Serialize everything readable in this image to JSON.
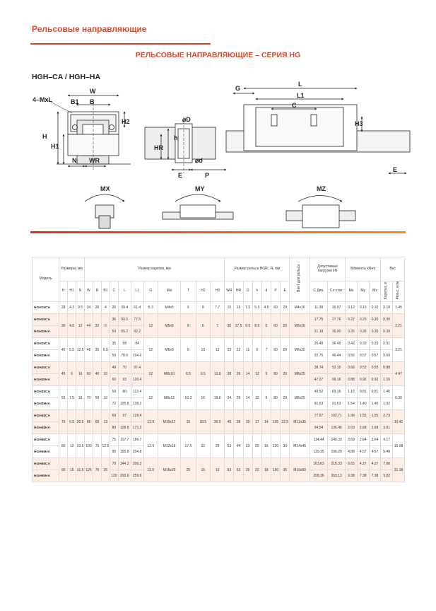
{
  "header": {
    "section": "Рельсовые направляющие"
  },
  "title": "РЕЛЬСОВЫЕ НАПРАВЛЯЮЩИЕ – СЕРИЯ HG",
  "subtitle": "HGH–CA / HGH–HA",
  "drawing_labels": {
    "bolt": "4–MxL",
    "W": "W",
    "B": "B",
    "B1": "B1",
    "C": "C",
    "H": "H",
    "H1": "H1",
    "H2": "H2",
    "H3": "H3",
    "N": "N",
    "WR": "WR",
    "G": "G",
    "L": "L",
    "L1": "L1",
    "D": "⌀D",
    "d": "⌀d",
    "h": "h",
    "HR": "HR",
    "E": "E",
    "P": "P",
    "MX": "MX",
    "MY": "MY",
    "MZ": "MZ"
  },
  "colors": {
    "accent": "#e0452a",
    "stripe": "#fdeee6"
  },
  "table": {
    "group_headers": {
      "model": "Модель",
      "dimensions": "Размеры, мм",
      "carriage": "Размер каретки, мм",
      "rail": "Размер рельса HGR...R, мм",
      "bolt": "Винт для рельса",
      "load": "Допустимые нагрузки kN",
      "moments": "Моменты kN•m",
      "weight": "Вес"
    },
    "columns": {
      "dim": [
        "H",
        "H1",
        "N"
      ],
      "carriage": [
        "W",
        "B",
        "B1",
        "C",
        "L",
        "L1",
        "G",
        "Mxl",
        "T",
        "H2",
        "H3"
      ],
      "rail": [
        "WR",
        "HR",
        "D",
        "h",
        "d",
        "P",
        "E"
      ],
      "load": [
        "C Дин.",
        "Co стат."
      ],
      "moments": [
        "Mx",
        "My",
        "Mz"
      ],
      "weight": [
        "Каретки, кг",
        "Рельс, кг/м"
      ]
    },
    "rows": [
      {
        "model": "HGH15CA",
        "H": "28",
        "H1": "4.3",
        "N": "9.5",
        "W": "34",
        "B": "26",
        "B1": "4",
        "C": "26",
        "L": "39.4",
        "L1": "61.4",
        "G": "5.3",
        "M": "M4x5",
        "T": "6",
        "H2": "8",
        "H3": "7.7",
        "WR": "15",
        "HR": "15",
        "D": "7.5",
        "h": "5.3",
        "d": "4.5",
        "P": "60",
        "E": "20",
        "bolt": "M4x16",
        "Cdyn": "11.38",
        "Co": "16.97",
        "Mx": "0.12",
        "My": "0.10",
        "Mz": "0.10",
        "wc": "0.18",
        "wr": "1.45"
      },
      {
        "model": "HGH20CA",
        "H": "30",
        "H1": "4.6",
        "N": "12",
        "W": "44",
        "B": "32",
        "B1": "6",
        "C": "36",
        "L": "50.5",
        "L1": "77.5",
        "G": "12",
        "M": "M5x6",
        "T": "8",
        "H2": "6",
        "H3": "7",
        "WR": "20",
        "HR": "17.5",
        "D": "9.5",
        "h": "8.5",
        "d": "6",
        "P": "60",
        "E": "20",
        "bolt": "M5x16",
        "Cdyn": "17.75",
        "Co": "27.76",
        "Mx": "0.27",
        "My": "0.20",
        "Mz": "0.20",
        "wc": "0.30",
        "wr": "2.21"
      },
      {
        "model": "HGH20HA",
        "C": "50",
        "L": "65.2",
        "L1": "92.2",
        "Cdyn": "21.18",
        "Co": "35.90",
        "Mx": "0.35",
        "My": "0.35",
        "Mz": "0.35",
        "wc": "0.39"
      },
      {
        "model": "HGH25CA",
        "H": "40",
        "H1": "5.5",
        "N": "12.5",
        "W": "48",
        "B": "35",
        "B1": "6.5",
        "C": "35",
        "L": "58",
        "L1": "84",
        "G": "12",
        "M": "M6x8",
        "T": "8",
        "H2": "10",
        "H3": "13",
        "WR": "23",
        "HR": "22",
        "D": "11",
        "h": "9",
        "d": "7",
        "P": "60",
        "E": "20",
        "bolt": "M6x20",
        "Cdyn": "26.48",
        "Co": "36.49",
        "Mx": "0.42",
        "My": "0.33",
        "Mz": "0.33",
        "wc": "0.51",
        "wr": "3.21"
      },
      {
        "model": "HGH25HA",
        "C": "50",
        "L": "78.6",
        "L1": "104.6",
        "Cdyn": "32.75",
        "Co": "49.44",
        "Mx": "0.56",
        "My": "0.57",
        "Mz": "0.57",
        "wc": "0.69"
      },
      {
        "model": "HGH30CA",
        "H": "45",
        "H1": "6",
        "N": "16",
        "W": "60",
        "B": "40",
        "B1": "10",
        "C": "40",
        "L": "70",
        "L1": "97.4",
        "G": "12",
        "M": "M8x10",
        "T": "8.5",
        "H2": "9.5",
        "H3": "13.8",
        "WR": "28",
        "HR": "26",
        "D": "14",
        "h": "12",
        "d": "9",
        "P": "80",
        "E": "20",
        "bolt": "M8x25",
        "Cdyn": "38.74",
        "Co": "52.19",
        "Mx": "0.66",
        "My": "0.53",
        "Mz": "0.53",
        "wc": "0.88",
        "wr": "4.47"
      },
      {
        "model": "HGH30HA",
        "C": "60",
        "L": "93",
        "L1": "120.4",
        "Cdyn": "47.27",
        "Co": "69.16",
        "Mx": "0.88",
        "My": "0.92",
        "Mz": "0.92",
        "wc": "1.16"
      },
      {
        "model": "HGH35CA",
        "H": "55",
        "H1": "7.5",
        "N": "18",
        "W": "70",
        "B": "50",
        "B1": "10",
        "C": "50",
        "L": "80",
        "L1": "112.4",
        "G": "12",
        "M": "M8x12",
        "T": "10.2",
        "H2": "16",
        "H3": "19.6",
        "WR": "34",
        "HR": "29",
        "D": "14",
        "h": "12",
        "d": "9",
        "P": "80",
        "E": "20",
        "bolt": "M8x25",
        "Cdyn": "49.52",
        "Co": "69.16",
        "Mx": "1.16",
        "My": "0.81",
        "Mz": "0.81",
        "wc": "1.45",
        "wr": "6.30"
      },
      {
        "model": "HGH35HA",
        "C": "72",
        "L": "105.8",
        "L1": "138.2",
        "Cdyn": "91.63",
        "Co": "91.63",
        "Mx": "1.54",
        "My": "1.40",
        "Mz": "1.40",
        "wc": "1.92"
      },
      {
        "model": "HGH45CA",
        "H": "70",
        "H1": "9.5",
        "N": "20.5",
        "W": "86",
        "B": "60",
        "B1": "13",
        "C": "60",
        "L": "97",
        "L1": "139.4",
        "G": "12.9",
        "M": "M10x17",
        "T": "16",
        "H2": "18.5",
        "H3": "30.5",
        "WR": "45",
        "HR": "38",
        "D": "20",
        "h": "17",
        "d": "14",
        "P": "105",
        "E": "22.5",
        "bolt": "M12x35",
        "Cdyn": "77.57",
        "Co": "102.71",
        "Mx": "1.98",
        "My": "1.55",
        "Mz": "1.55",
        "wc": "2.73",
        "wr": "10.41"
      },
      {
        "model": "HGH45HA",
        "C": "80",
        "L": "128.8",
        "L1": "171.2",
        "Cdyn": "94.54",
        "Co": "136.46",
        "Mx": "2.63",
        "My": "2.68",
        "Mz": "2.68",
        "wc": "3.61"
      },
      {
        "model": "HGH55CA",
        "H": "80",
        "H1": "13",
        "N": "23.5",
        "W": "100",
        "B": "75",
        "B1": "12.5",
        "C": "75",
        "L": "117.7",
        "L1": "166.7",
        "G": "12.9",
        "M": "M12x18",
        "T": "17.5",
        "H2": "22",
        "H3": "29",
        "WR": "53",
        "HR": "44",
        "D": "23",
        "h": "20",
        "d": "16",
        "P": "120",
        "E": "30",
        "bolt": "M14x45",
        "Cdyn": "114.44",
        "Co": "148.33",
        "Mx": "3.69",
        "My": "2.64",
        "Mz": "2.64",
        "wc": "4.17",
        "wr": "15.08"
      },
      {
        "model": "HGH55HA",
        "C": "95",
        "L": "155.8",
        "L1": "204.8",
        "Cdyn": "139.35",
        "Co": "196.20",
        "Mx": "4.88",
        "My": "4.57",
        "Mz": "4.57",
        "wc": "5.49"
      },
      {
        "model": "HGH65CA",
        "H": "90",
        "H1": "15",
        "N": "31.5",
        "W": "126",
        "B": "76",
        "B1": "25",
        "C": "70",
        "L": "144.2",
        "L1": "200.2",
        "G": "12.9",
        "M": "M16x20",
        "T": "25",
        "H2": "15",
        "H3": "15",
        "WR": "63",
        "HR": "53",
        "D": "26",
        "h": "22",
        "d": "18",
        "P": "150",
        "E": "35",
        "bolt": "M16x50",
        "Cdyn": "163.63",
        "Co": "215.33",
        "Mx": "6.65",
        "My": "4.27",
        "Mz": "4.27",
        "wc": "7.00",
        "wr": "21.18"
      },
      {
        "model": "HGH65HA",
        "C": "120",
        "L": "203.6",
        "L1": "259.6",
        "Cdyn": "208.36",
        "Co": "303.13",
        "Mx": "9.38",
        "My": "7.38",
        "Mz": "7.38",
        "wc": "9.82"
      }
    ]
  }
}
